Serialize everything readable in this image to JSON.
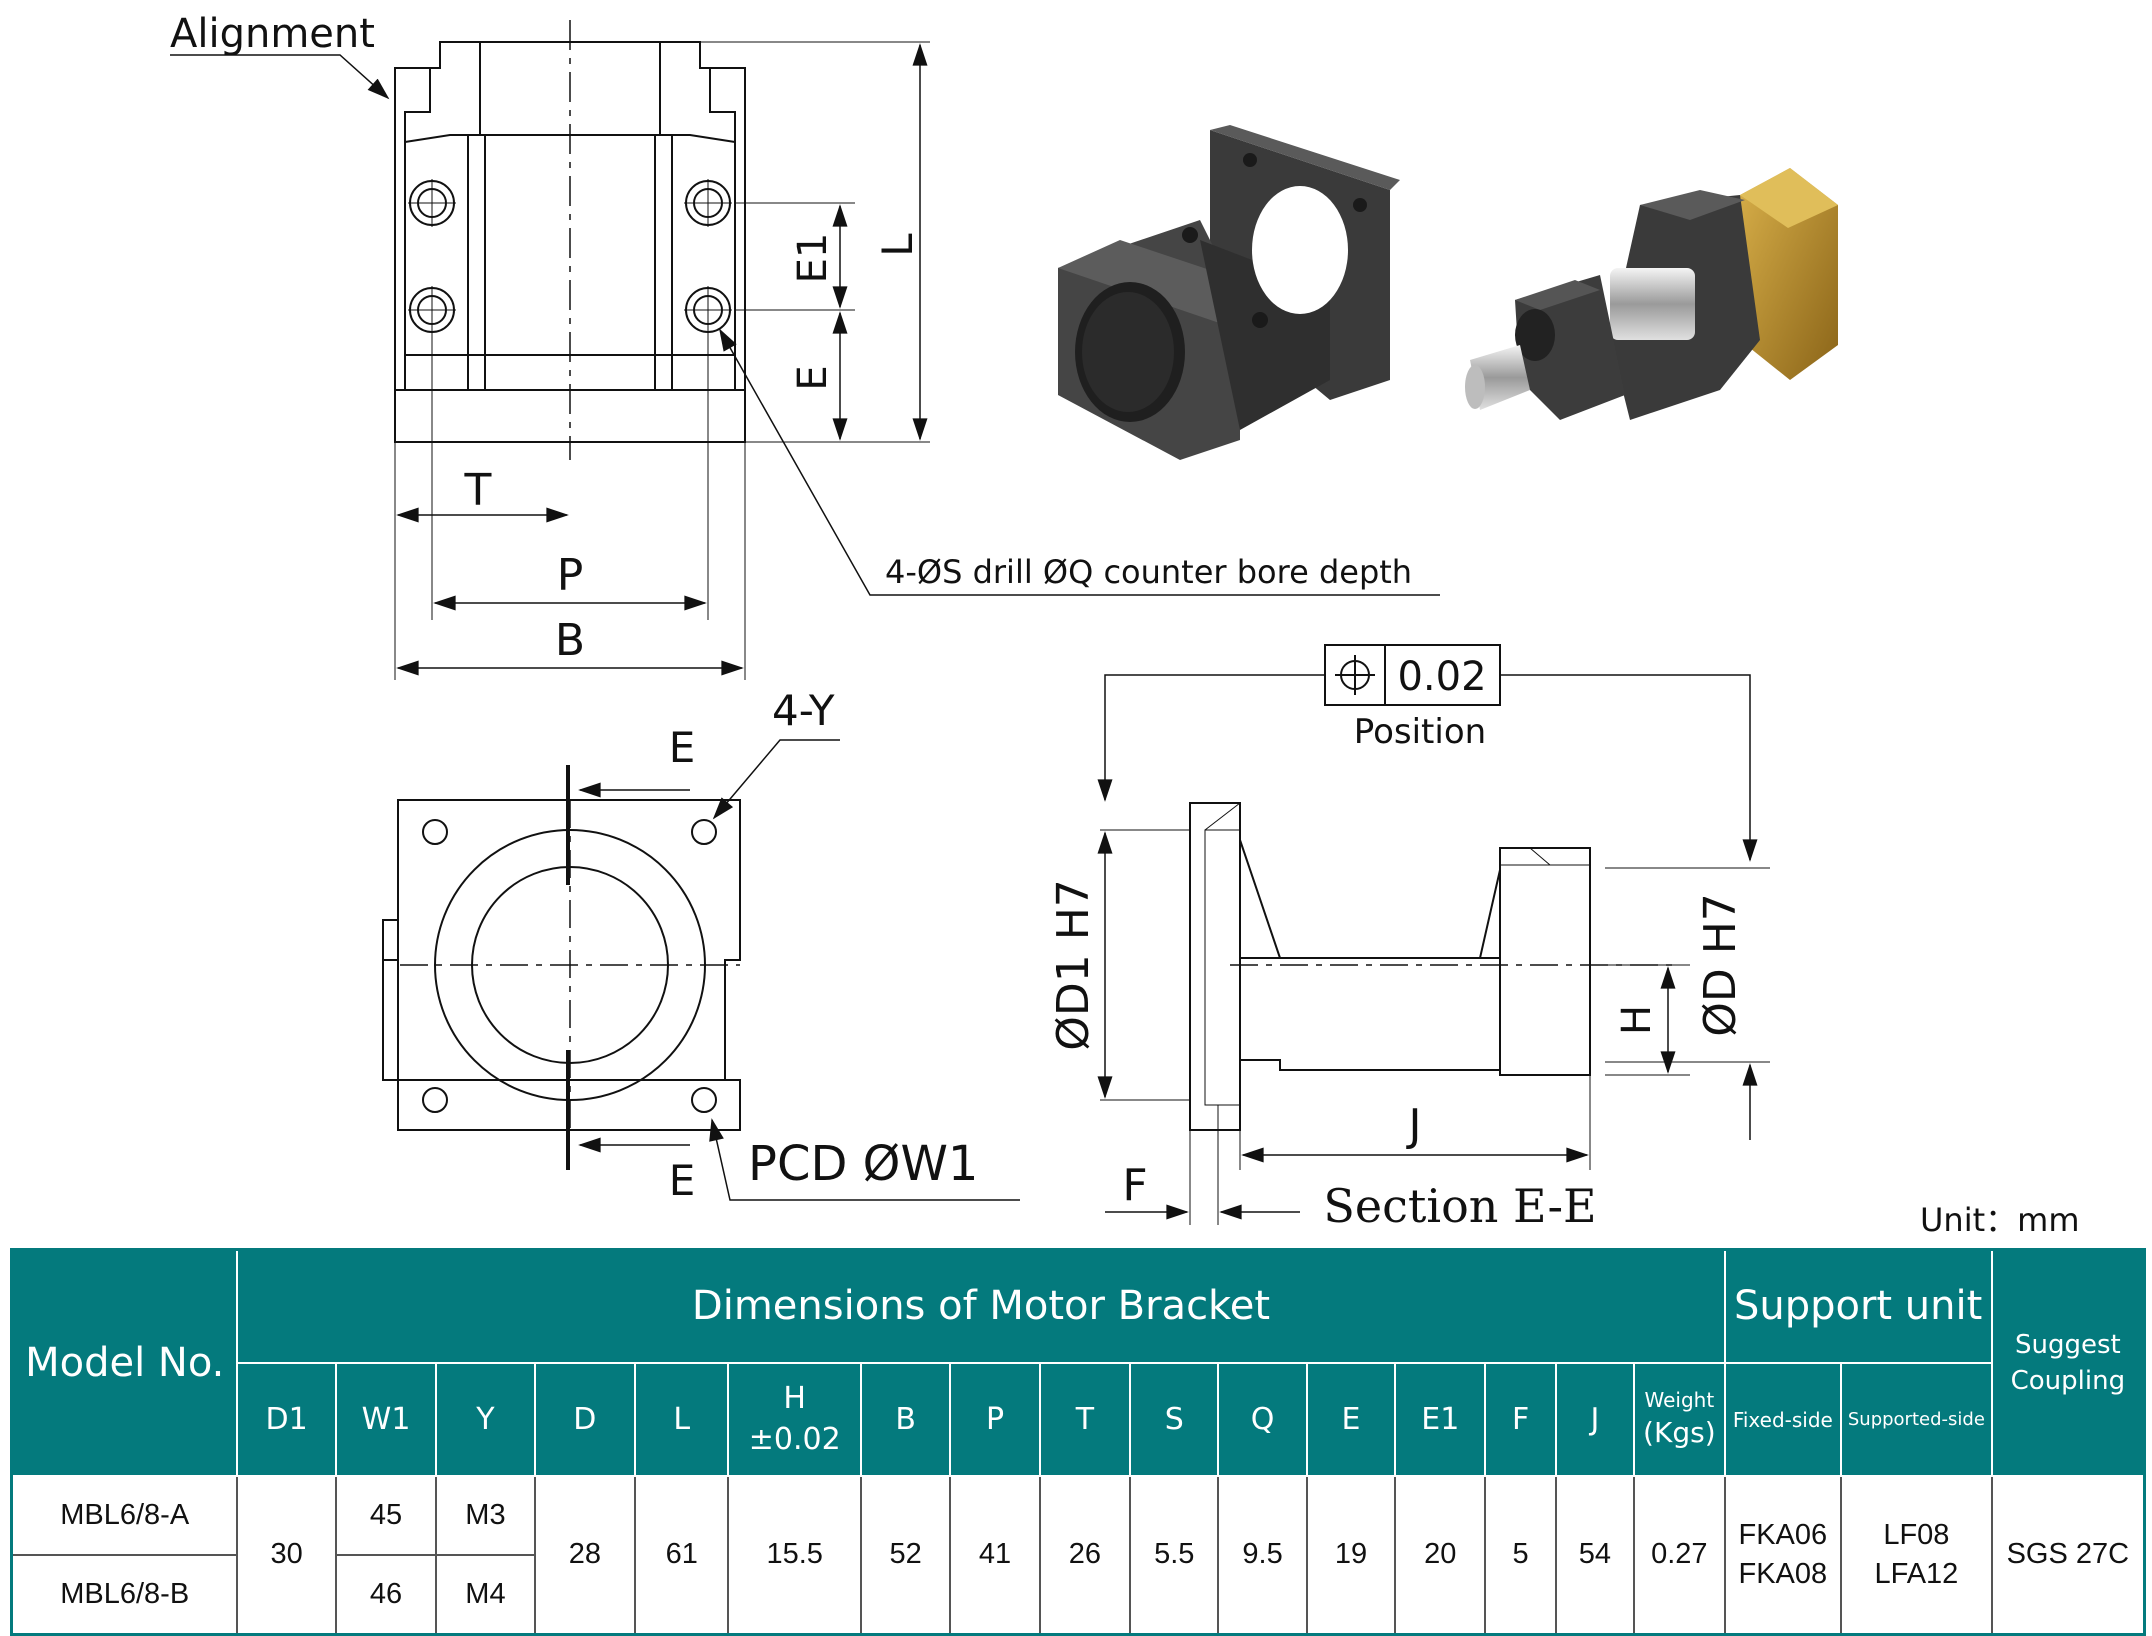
{
  "drawing_labels": {
    "alignment": "Alignment",
    "L": "L",
    "E1": "E1",
    "E_side": "E",
    "T": "T",
    "P": "P",
    "B": "B",
    "counterbore_note": "4-ØS drill ØQ counter bore depth",
    "four_y": "4-Y",
    "E_top": "E",
    "E_bottom": "E",
    "pcd": "PCD ØW1",
    "tolerance_value": "0.02",
    "position": "Position",
    "d1_h7": "ØD1 H7",
    "d_h7": "ØD H7",
    "H": "H",
    "J": "J",
    "F": "F",
    "section": "Section E-E"
  },
  "unit": "Unit：mm",
  "table": {
    "header": {
      "model": "Model No.",
      "dimensions": "Dimensions of Motor Bracket",
      "support_unit": "Support unit",
      "suggest_coupling": "Suggest Coupling",
      "columns": [
        "D1",
        "W1",
        "Y",
        "D",
        "L",
        "H",
        "B",
        "P",
        "T",
        "S",
        "Q",
        "E",
        "E1",
        "F",
        "J"
      ],
      "h_tolerance": "±0.02",
      "weight": "Weight",
      "weight_unit": "(Kgs)",
      "fixed_side": "Fixed-side",
      "supported_side": "Supported-side"
    },
    "rows": [
      {
        "model": "MBL6/8-A",
        "W1": "45",
        "Y": "M3"
      },
      {
        "model": "MBL6/8-B",
        "W1": "46",
        "Y": "M4"
      }
    ],
    "shared": {
      "D1": "30",
      "D": "28",
      "L": "61",
      "H": "15.5",
      "B": "52",
      "P": "41",
      "T": "26",
      "S": "5.5",
      "Q": "9.5",
      "E": "19",
      "E1": "20",
      "F": "5",
      "J": "54",
      "weight": "0.27",
      "fixed_side": [
        "FKA06",
        "FKA08"
      ],
      "supported_side": [
        "LF08",
        "LFA12"
      ],
      "coupling": "SGS 27C"
    }
  },
  "colors": {
    "header_teal": "#047a7d",
    "bracket_dark": "#3a3a3a",
    "motor_gold": "#b8902a"
  }
}
